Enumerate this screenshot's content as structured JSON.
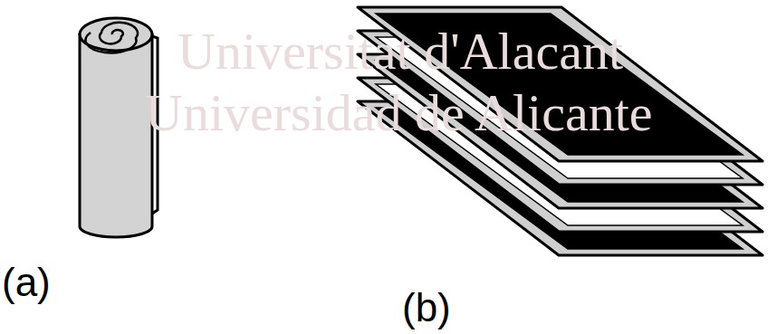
{
  "diagram": {
    "labels": [
      "Universitat d'Alacant",
      "Universidad de Alicante",
      "(a)",
      "(b)"
    ]
  }
}
